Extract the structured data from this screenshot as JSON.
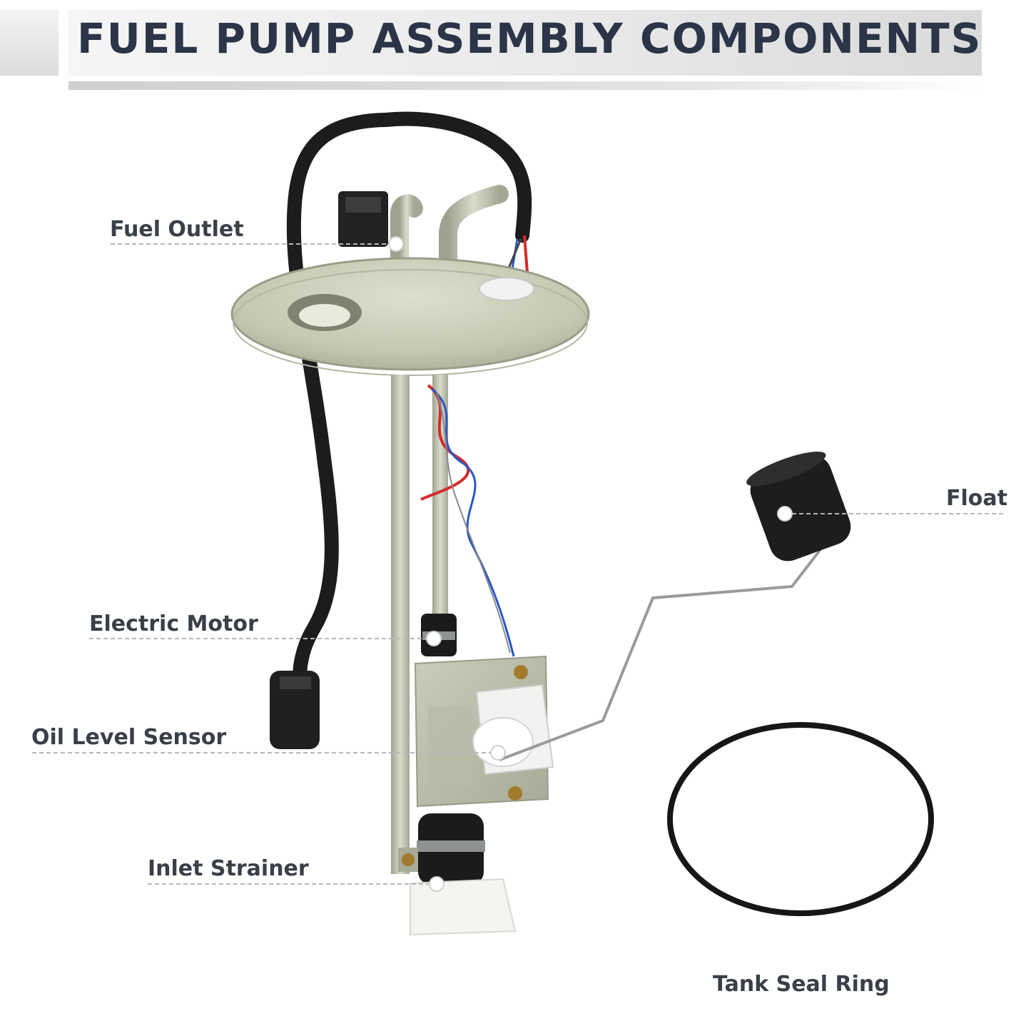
{
  "header": {
    "title": "FUEL PUMP ASSEMBLY COMPONENTS"
  },
  "labels": {
    "fuel_outlet": "Fuel Outlet",
    "electric_motor": "Electric Motor",
    "oil_level_sensor": "Oil Level Sensor",
    "inlet_strainer": "Inlet Strainer",
    "float": "Float",
    "tank_seal_ring": "Tank Seal Ring"
  },
  "colors": {
    "title_text": "#2b3547",
    "label_text": "#3a3f48",
    "leader_line": "#b8b8b8",
    "metal": "#c6c9b4",
    "hose": "#1c1c1c"
  }
}
